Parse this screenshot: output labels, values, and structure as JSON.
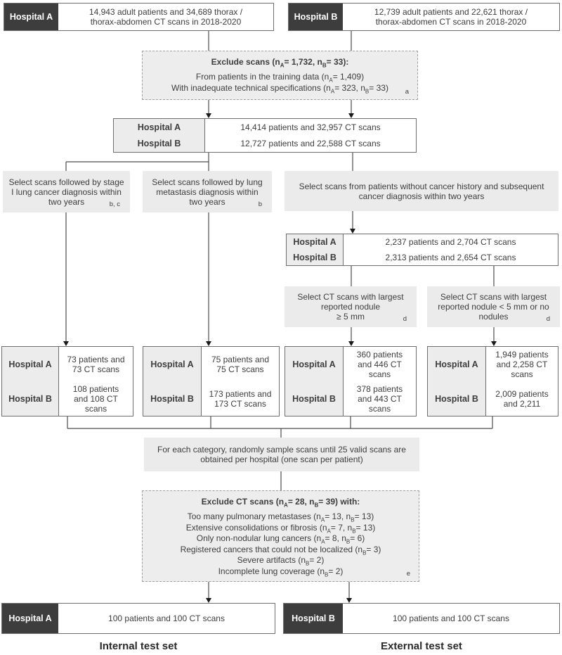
{
  "top_row": [
    {
      "label": "Hospital A",
      "text": "14,943 adult patients and 34,689 thorax /\nthorax-abdomen CT scans in 2018-2020"
    },
    {
      "label": "Hospital B",
      "text": "12,739 adult patients and 22,621 thorax /\nthorax-abdomen CT scans in 2018-2020"
    }
  ],
  "exclude_scans": {
    "title": "Exclude scans (n_A= 1,732, n_B= 33):",
    "lines": [
      "From patients in the training data (n_A= 1,409)",
      "With inadequate technical specifications (n_A= 323, n_B= 33)"
    ],
    "footnote": "a"
  },
  "pooled_cohort": {
    "rows": [
      {
        "label": "Hospital A",
        "value": "14,414 patients and 32,957 CT scans"
      },
      {
        "label": "Hospital B",
        "value": "12,727 patients and 22,588 CT scans"
      }
    ]
  },
  "select_row": [
    {
      "text": "Select scans followed by stage\nI lung cancer diagnosis within\ntwo years",
      "footnote": "b, c"
    },
    {
      "text": "Select scans followed by lung\nmetastasis diagnosis within\ntwo years",
      "footnote": "b"
    },
    {
      "text": "Select scans from patients without cancer history and subsequent\ncancer diagnosis within two years",
      "footnote": ""
    }
  ],
  "no_cancer_pool": {
    "rows": [
      {
        "label": "Hospital A",
        "value": "2,237 patients and 2,704 CT scans"
      },
      {
        "label": "Hospital B",
        "value": "2,313 patients and 2,654 CT scans"
      }
    ]
  },
  "nodule_select": [
    {
      "text": "Select CT scans with largest\nreported nodule\n≥ 5 mm",
      "footnote": "d"
    },
    {
      "text": "Select CT scans with largest\nreported nodule < 5 mm or no\nnodules",
      "footnote": "d"
    }
  ],
  "result_boxes": [
    {
      "rows": [
        {
          "label": "Hospital A",
          "value": "73 patients and\n73 CT scans"
        },
        {
          "label": "Hospital B",
          "value": "108 patients\nand 108 CT\nscans"
        }
      ]
    },
    {
      "rows": [
        {
          "label": "Hospital A",
          "value": "75 patients and\n75 CT scans"
        },
        {
          "label": "Hospital B",
          "value": "173 patients and\n173 CT scans"
        }
      ]
    },
    {
      "rows": [
        {
          "label": "Hospital A",
          "value": "360 patients\nand 446 CT\nscans"
        },
        {
          "label": "Hospital B",
          "value": "378 patients\nand 443 CT\nscans"
        }
      ]
    },
    {
      "rows": [
        {
          "label": "Hospital A",
          "value": "1,949 patients\nand 2,258 CT\nscans"
        },
        {
          "label": "Hospital B",
          "value": "2,009 patients\nand 2,211"
        }
      ]
    }
  ],
  "sampling_box": {
    "text": "For each category, randomly sample scans until 25 valid scans are\nobtained per hospital (one scan per patient)"
  },
  "exclude_ct_scans": {
    "title": "Exclude CT scans (n_A= 28, n_B= 39) with:",
    "lines": [
      "Too many pulmonary metastases (n_A= 13, n_B= 13)",
      "Extensive consolidations or fibrosis (n_A= 7, n_B= 13)",
      "Only non-nodular lung cancers (n_A= 8, n_B= 6)",
      "Registered cancers that could not be localized (n_B= 3)",
      "Severe artifacts (n_B= 2)",
      "Incomplete lung coverage (n_B= 2)"
    ],
    "footnote": "e"
  },
  "bottom_row": [
    {
      "label": "Hospital A",
      "value": "100 patients and 100 CT scans",
      "caption": "Internal test set"
    },
    {
      "label": "Hospital B",
      "value": "100 patients and 100 CT scans",
      "caption": "External test set"
    }
  ],
  "colors": {
    "dark_label": "#3d3d3d",
    "box_border": "#6e6e6e",
    "gray_fill": "#ebebeb",
    "dashed_fill": "#ededed",
    "line": "#4d4d4d"
  }
}
